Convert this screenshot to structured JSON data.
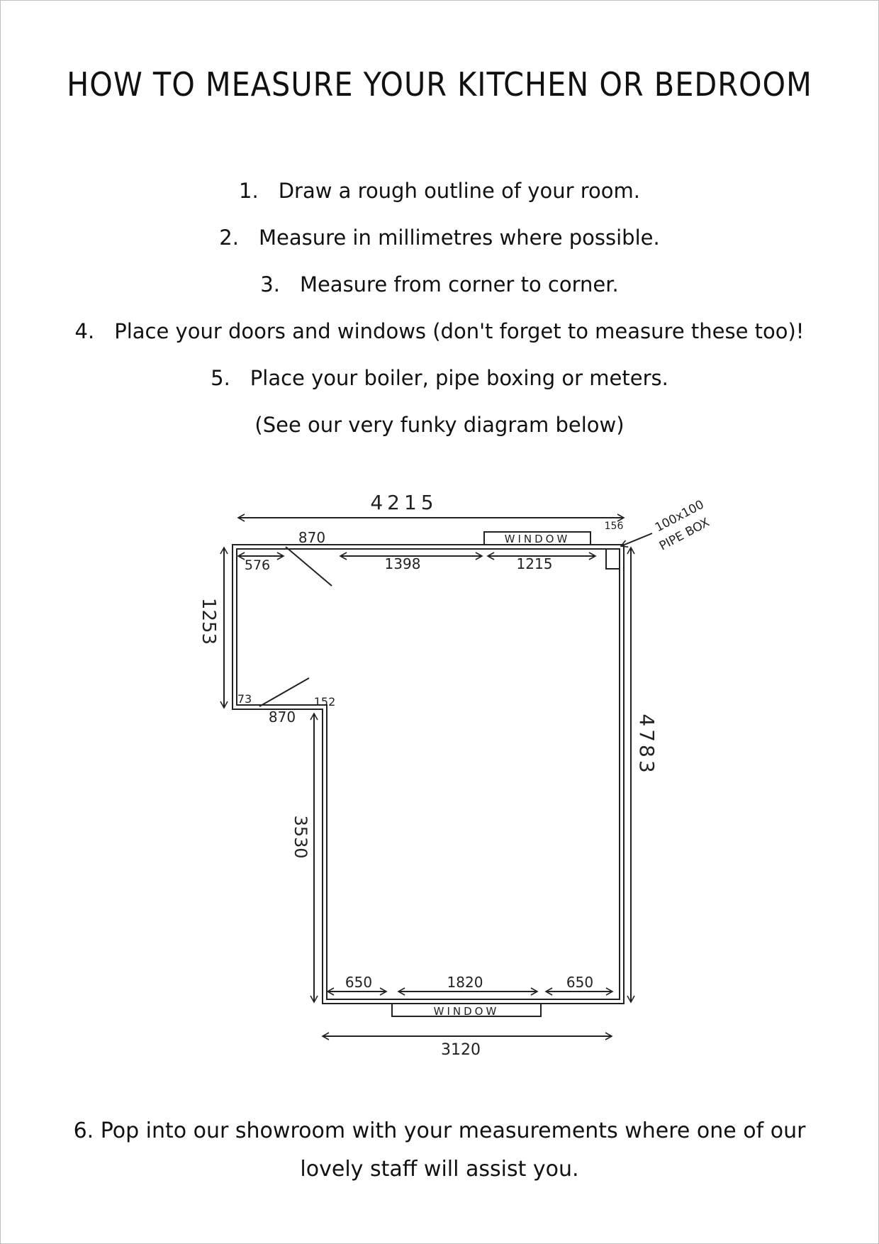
{
  "title": "HOW TO MEASURE YOUR KITCHEN OR BEDROOM",
  "steps": [
    {
      "num": "1.",
      "text": "Draw a rough outline of your room."
    },
    {
      "num": "2.",
      "text": "Measure in millimetres where possible."
    },
    {
      "num": "3.",
      "text": "Measure from corner to corner."
    },
    {
      "num": "4.",
      "text": "Place your doors and windows (don't forget to measure these too)!"
    },
    {
      "num": "5.",
      "text": "Place your boiler, pipe boxing or meters."
    }
  ],
  "note": "(See our very funky diagram below)",
  "diagram": {
    "overall_width": "4215",
    "top_door": "870",
    "top_left_return": "576",
    "top_gap": "1398",
    "top_window_span": "1215",
    "top_window_label": "WINDOW",
    "corner_gap": "156",
    "pipe_box": "100x100",
    "pipe_box_label": "PIPE BOX",
    "left_wall": "1253",
    "door2_offset": "73",
    "door2_width": "870",
    "step_depth": "152",
    "lower_left_wall": "3530",
    "right_wall": "4783",
    "bottom_left": "650",
    "bottom_window_span": "1820",
    "bottom_right": "650",
    "bottom_window_label": "WINDOW",
    "bottom_width": "3120"
  },
  "footer": "6. Pop into our showroom with your measurements where one of our lovely staff will assist you."
}
